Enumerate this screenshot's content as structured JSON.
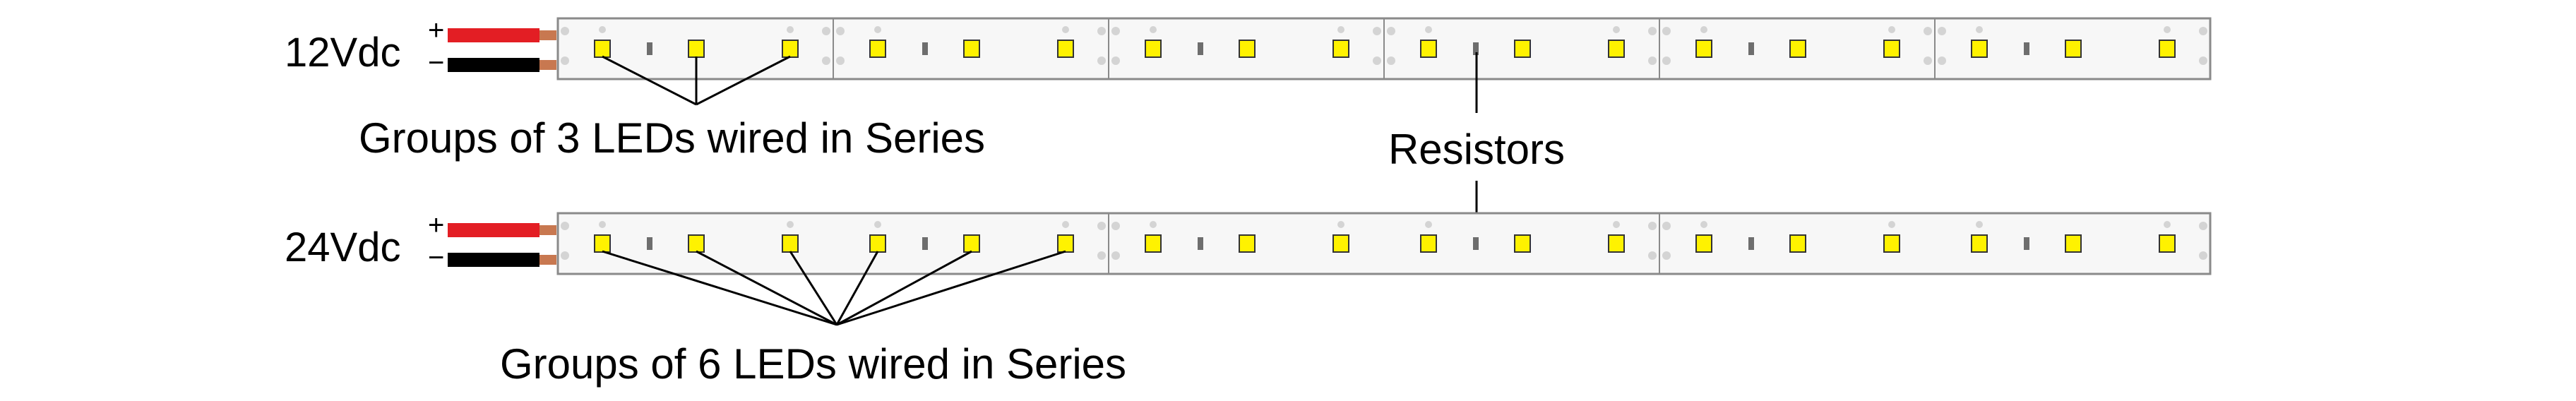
{
  "strip_12v": {
    "voltage_label": "12Vdc",
    "plus_sign": "+",
    "minus_sign": "−",
    "segments": 6,
    "leds_per_segment": 3,
    "caption": "Groups of 3 LEDs wired in Series"
  },
  "strip_24v": {
    "voltage_label": "24Vdc",
    "plus_sign": "+",
    "minus_sign": "−",
    "segments": 3,
    "leds_per_segment": 6,
    "caption": "Groups of 6 LEDs wired in Series"
  },
  "resistors_label": "Resistors",
  "colors": {
    "positive_wire": "#e31e24",
    "negative_wire": "#000000",
    "wire_tip": "#c87850",
    "strip_fill": "#f7f7f7",
    "strip_border": "#8a8a8a",
    "led_fill": "#fff200",
    "pad": "#d4d4d4",
    "resistor": "#6e6e6e",
    "leader_line": "#000000"
  }
}
